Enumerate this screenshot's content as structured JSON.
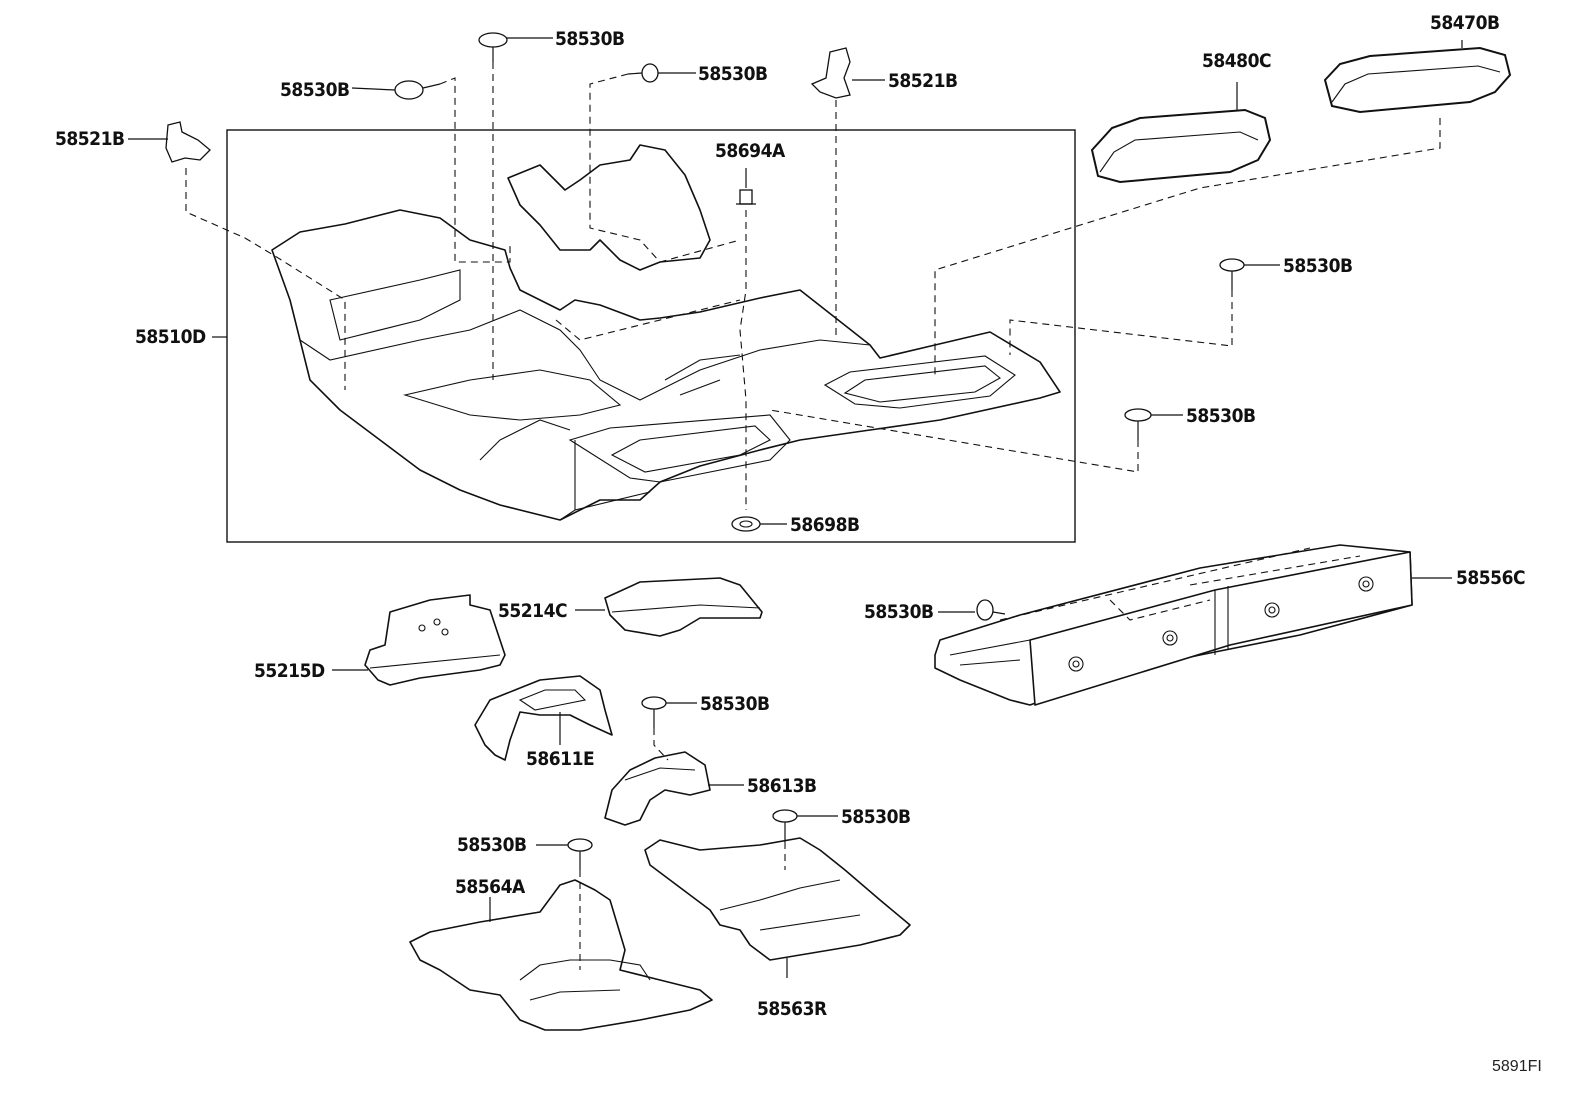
{
  "diagram": {
    "figure_code": "5891FI",
    "callouts": {
      "c1": "58530B",
      "c2": "58530B",
      "c3": "58530B",
      "c4": "58521B",
      "c5": "58521B",
      "c6": "58694A",
      "c7": "58510D",
      "c8": "58698B",
      "c9": "58480C",
      "c10": "58470B",
      "c11": "58530B",
      "c12": "58530B",
      "c13": "58556C",
      "c14": "58530B",
      "c15": "55214C",
      "c16": "55215D",
      "c17": "58611E",
      "c18": "58530B",
      "c19": "58613B",
      "c20": "58530B",
      "c21": "58530B",
      "c22": "58564A",
      "c23": "58563R"
    }
  }
}
